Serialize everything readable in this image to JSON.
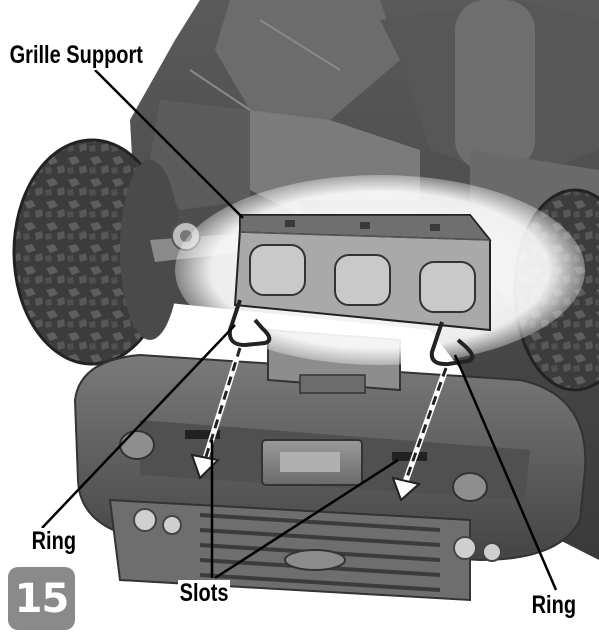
{
  "labels": {
    "grille_support": "Grille Support",
    "ring_left": "Ring",
    "slots": "Slots",
    "ring_right": "Ring"
  },
  "step_number": "15",
  "icons": [
    "tire-icon",
    "ring-hook-icon",
    "arrow-down-icon"
  ],
  "colors": {
    "background": "#ffffff",
    "vehicle_dark": "#4a4a4a",
    "vehicle_mid": "#7d7d7d",
    "vehicle_light": "#b5b5b5",
    "highlight_glow": "#ffffff",
    "badge": "#8a8a8a",
    "text": "#000000"
  }
}
